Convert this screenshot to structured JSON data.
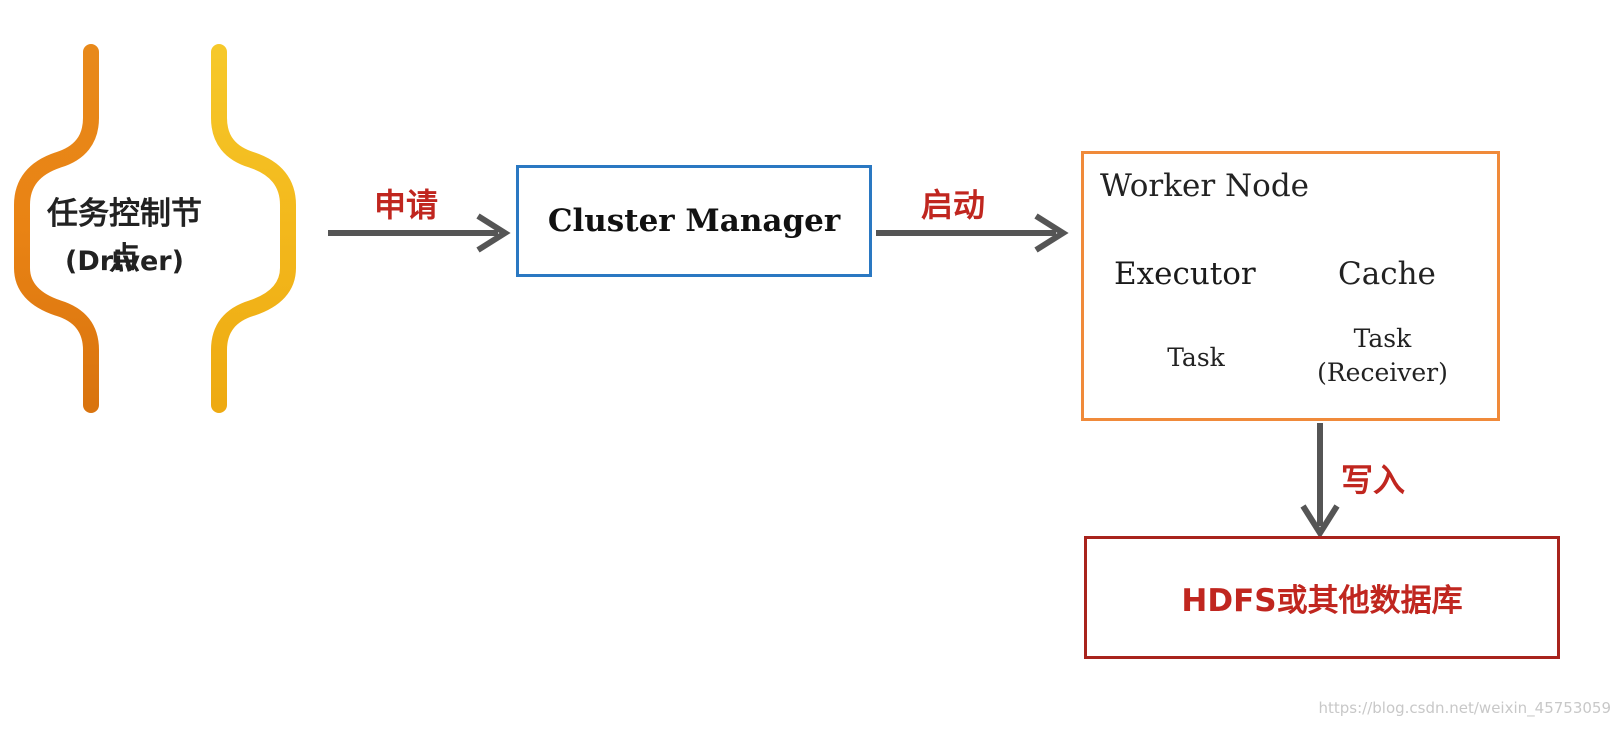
{
  "driver": {
    "title": "任务控制节点",
    "subtitle": "(Driver)"
  },
  "edges": {
    "apply_label": "申请",
    "launch_label": "启动",
    "write_label": "写入"
  },
  "cluster_manager": {
    "label": "Cluster Manager"
  },
  "worker_node": {
    "title": "Worker Node",
    "executor_label": "Executor",
    "cache_label": "Cache",
    "task_1_label": "Task",
    "task_2_line1": "Task",
    "task_2_line2": "(Receiver)"
  },
  "storage": {
    "label": "HDFS或其他数据库"
  },
  "watermark": "https://blog.csdn.net/weixin_45753059",
  "colors": {
    "label_red": "#c0261f",
    "cm_border": "#2a78c2",
    "worker_border": "#f08a3a",
    "executor_fill": "#f07f2c",
    "storage_border": "#a8231d",
    "arrow_gray": "#555555",
    "brace_orange": "#e8891a",
    "brace_yellow": "#f5c022"
  }
}
